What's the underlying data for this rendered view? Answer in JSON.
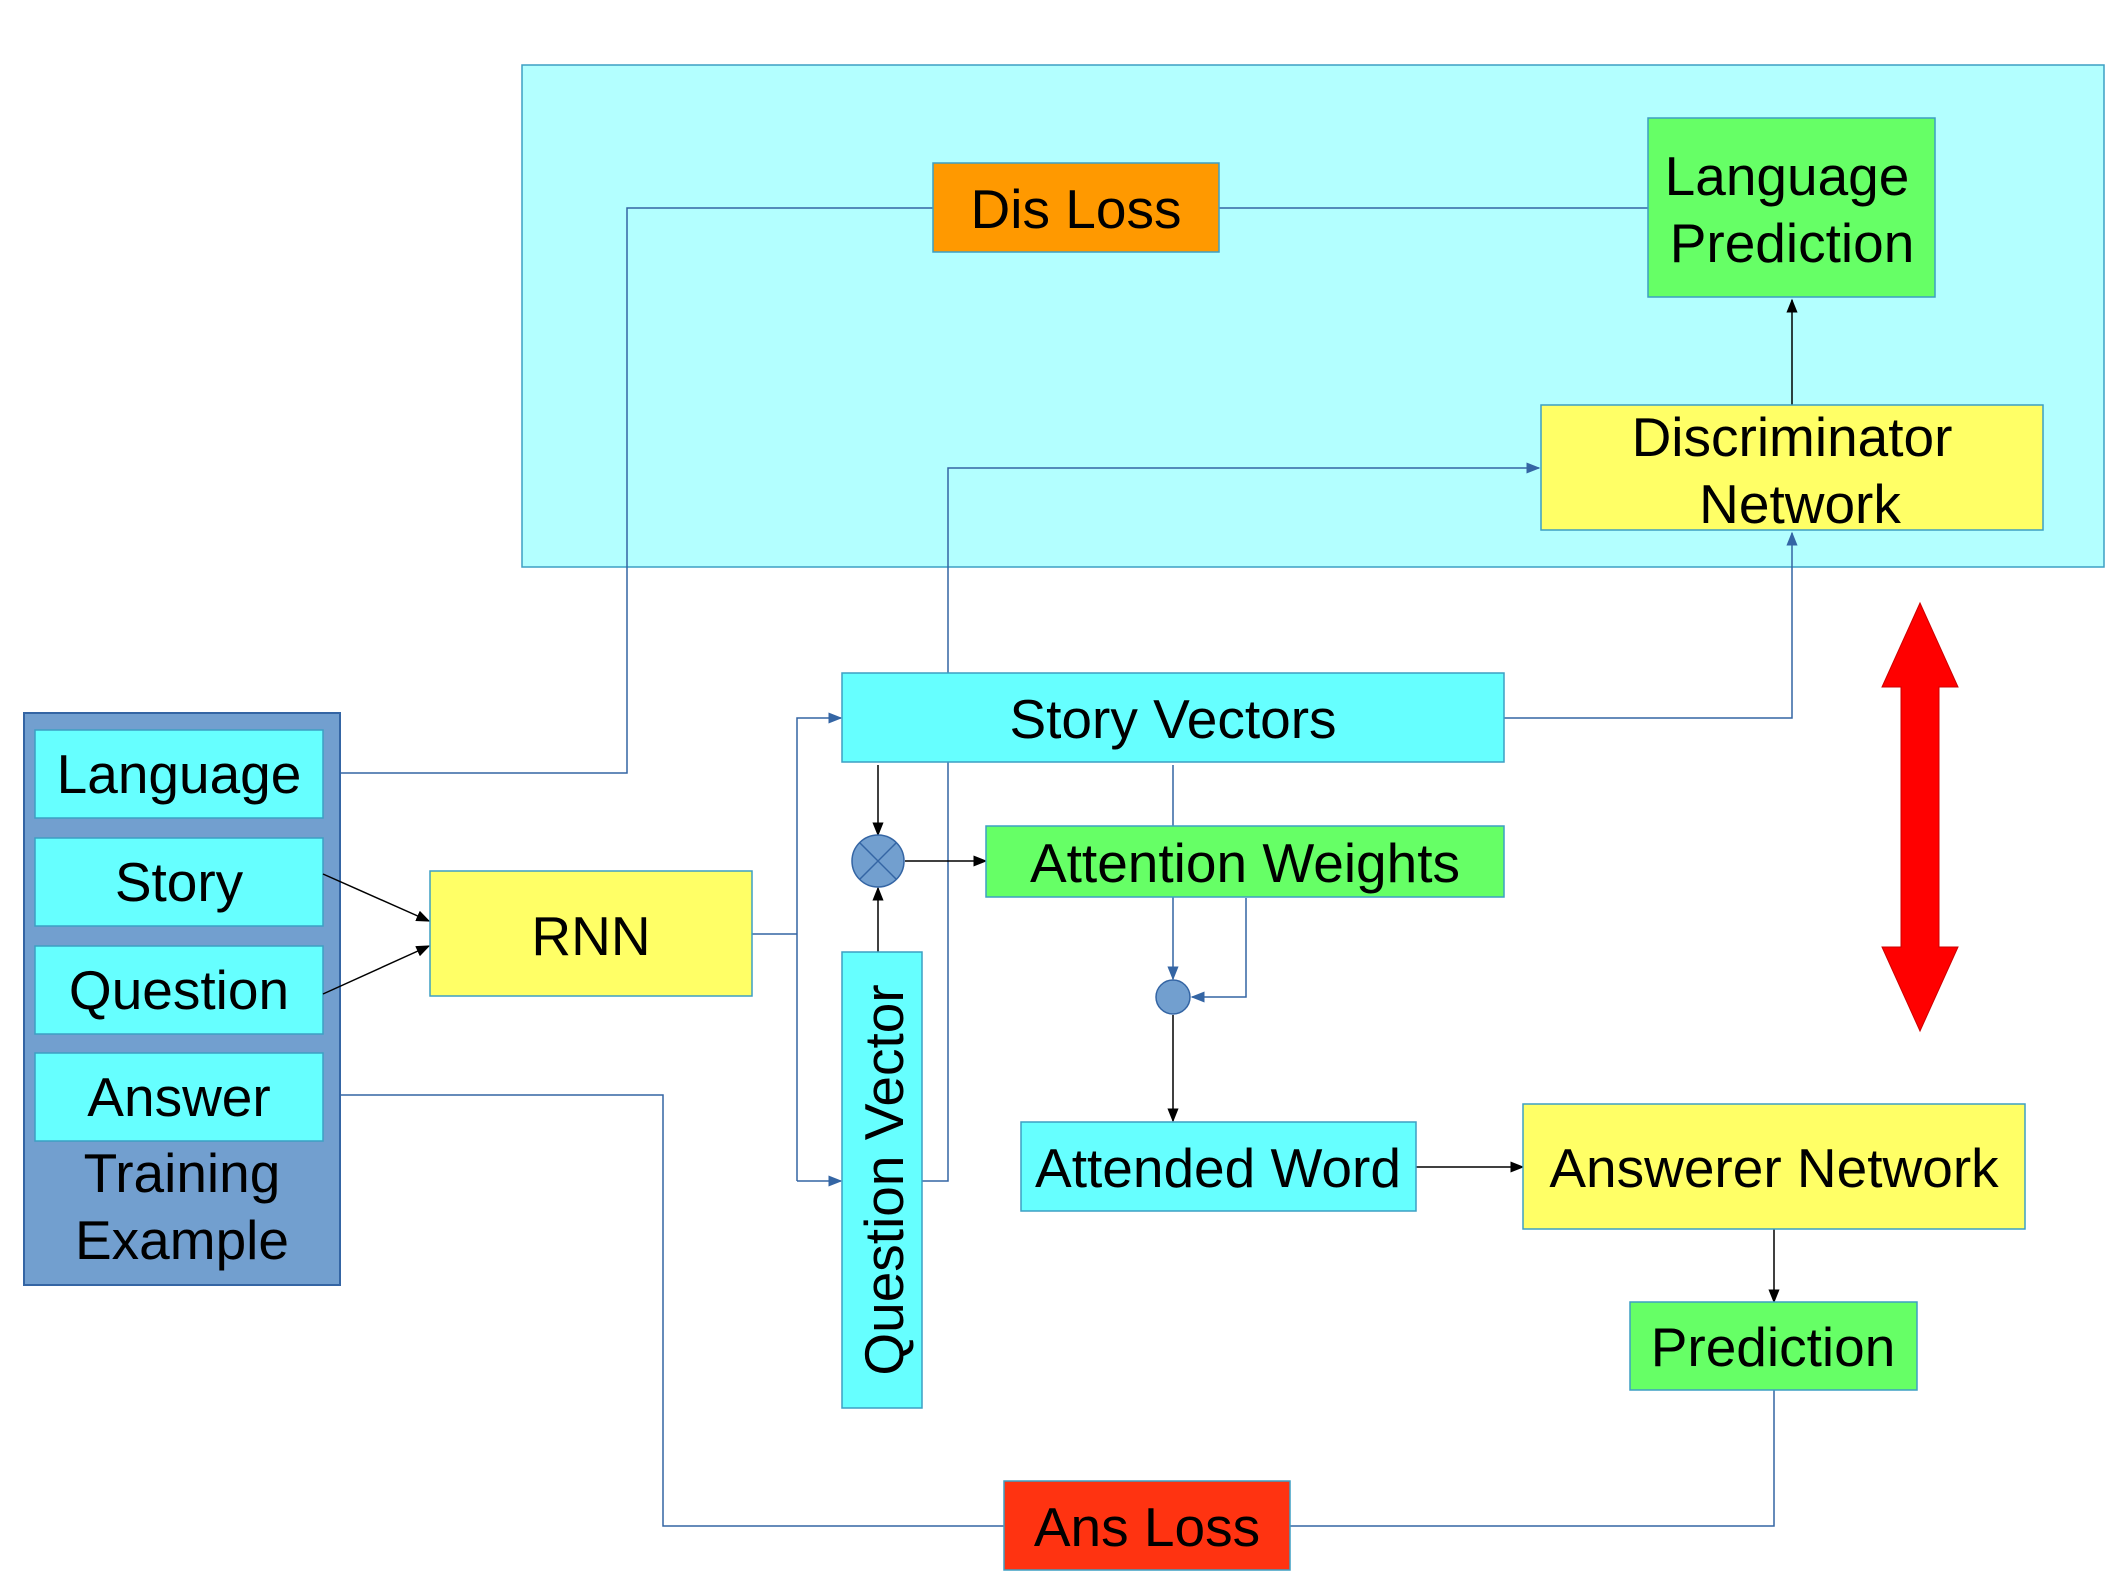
{
  "colors": {
    "region_fill": "#b3ffff",
    "region_stroke": "#3d9fc4",
    "cyan": "#66ffff",
    "yellow": "#ffff66",
    "green": "#66ff66",
    "orange": "#ff9900",
    "red_box": "#ff3311",
    "group_fill": "#729fcf",
    "group_stroke": "#3465a4",
    "connector_blue": "#3465a4",
    "connector_black": "#000000",
    "op_node": "#729fcf",
    "big_arrow": "#ff0000"
  },
  "nodes": {
    "dis_loss": "Dis Loss",
    "language_prediction": [
      "Language",
      "Prediction"
    ],
    "discriminator_network": [
      "Discriminator",
      "Network"
    ],
    "story_vectors": "Story Vectors",
    "attention_weights": "Attention Weights",
    "rnn": "RNN",
    "question_vector": "Question Vector",
    "attended_word": "Attended Word",
    "answerer_network": "Answerer Network",
    "prediction": "Prediction",
    "ans_loss": "Ans Loss"
  },
  "training_example": {
    "items": [
      "Language",
      "Story",
      "Question",
      "Answer"
    ],
    "caption": [
      "Training",
      "Example"
    ]
  },
  "icons": {
    "multiply_node": "circled-times-icon",
    "combine_node": "dot-node-icon",
    "double_arrow": "double-headed-arrow-icon"
  }
}
